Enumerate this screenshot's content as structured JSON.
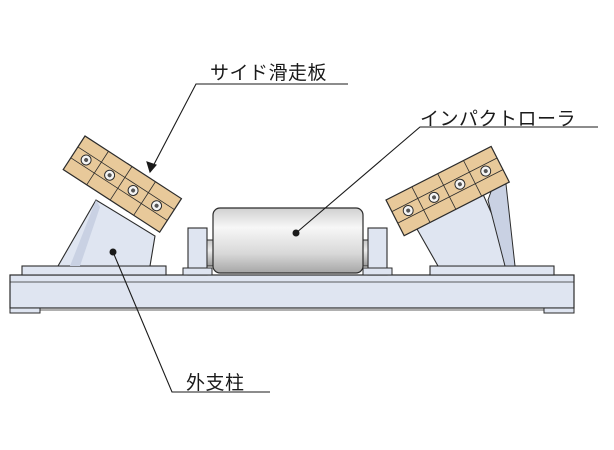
{
  "labels": {
    "side_plate": "サイド滑走板",
    "impact_roller": "インパクトローラ",
    "outer_post": "外支柱"
  },
  "colors": {
    "frame_fill": "#dfe5f1",
    "frame_stroke": "#2b2b2b",
    "slide_plate": "#e8c99a",
    "roller_light": "#f6f6f6",
    "roller_dark": "#a9a9a9",
    "leader_line": "#1a1a1a"
  }
}
